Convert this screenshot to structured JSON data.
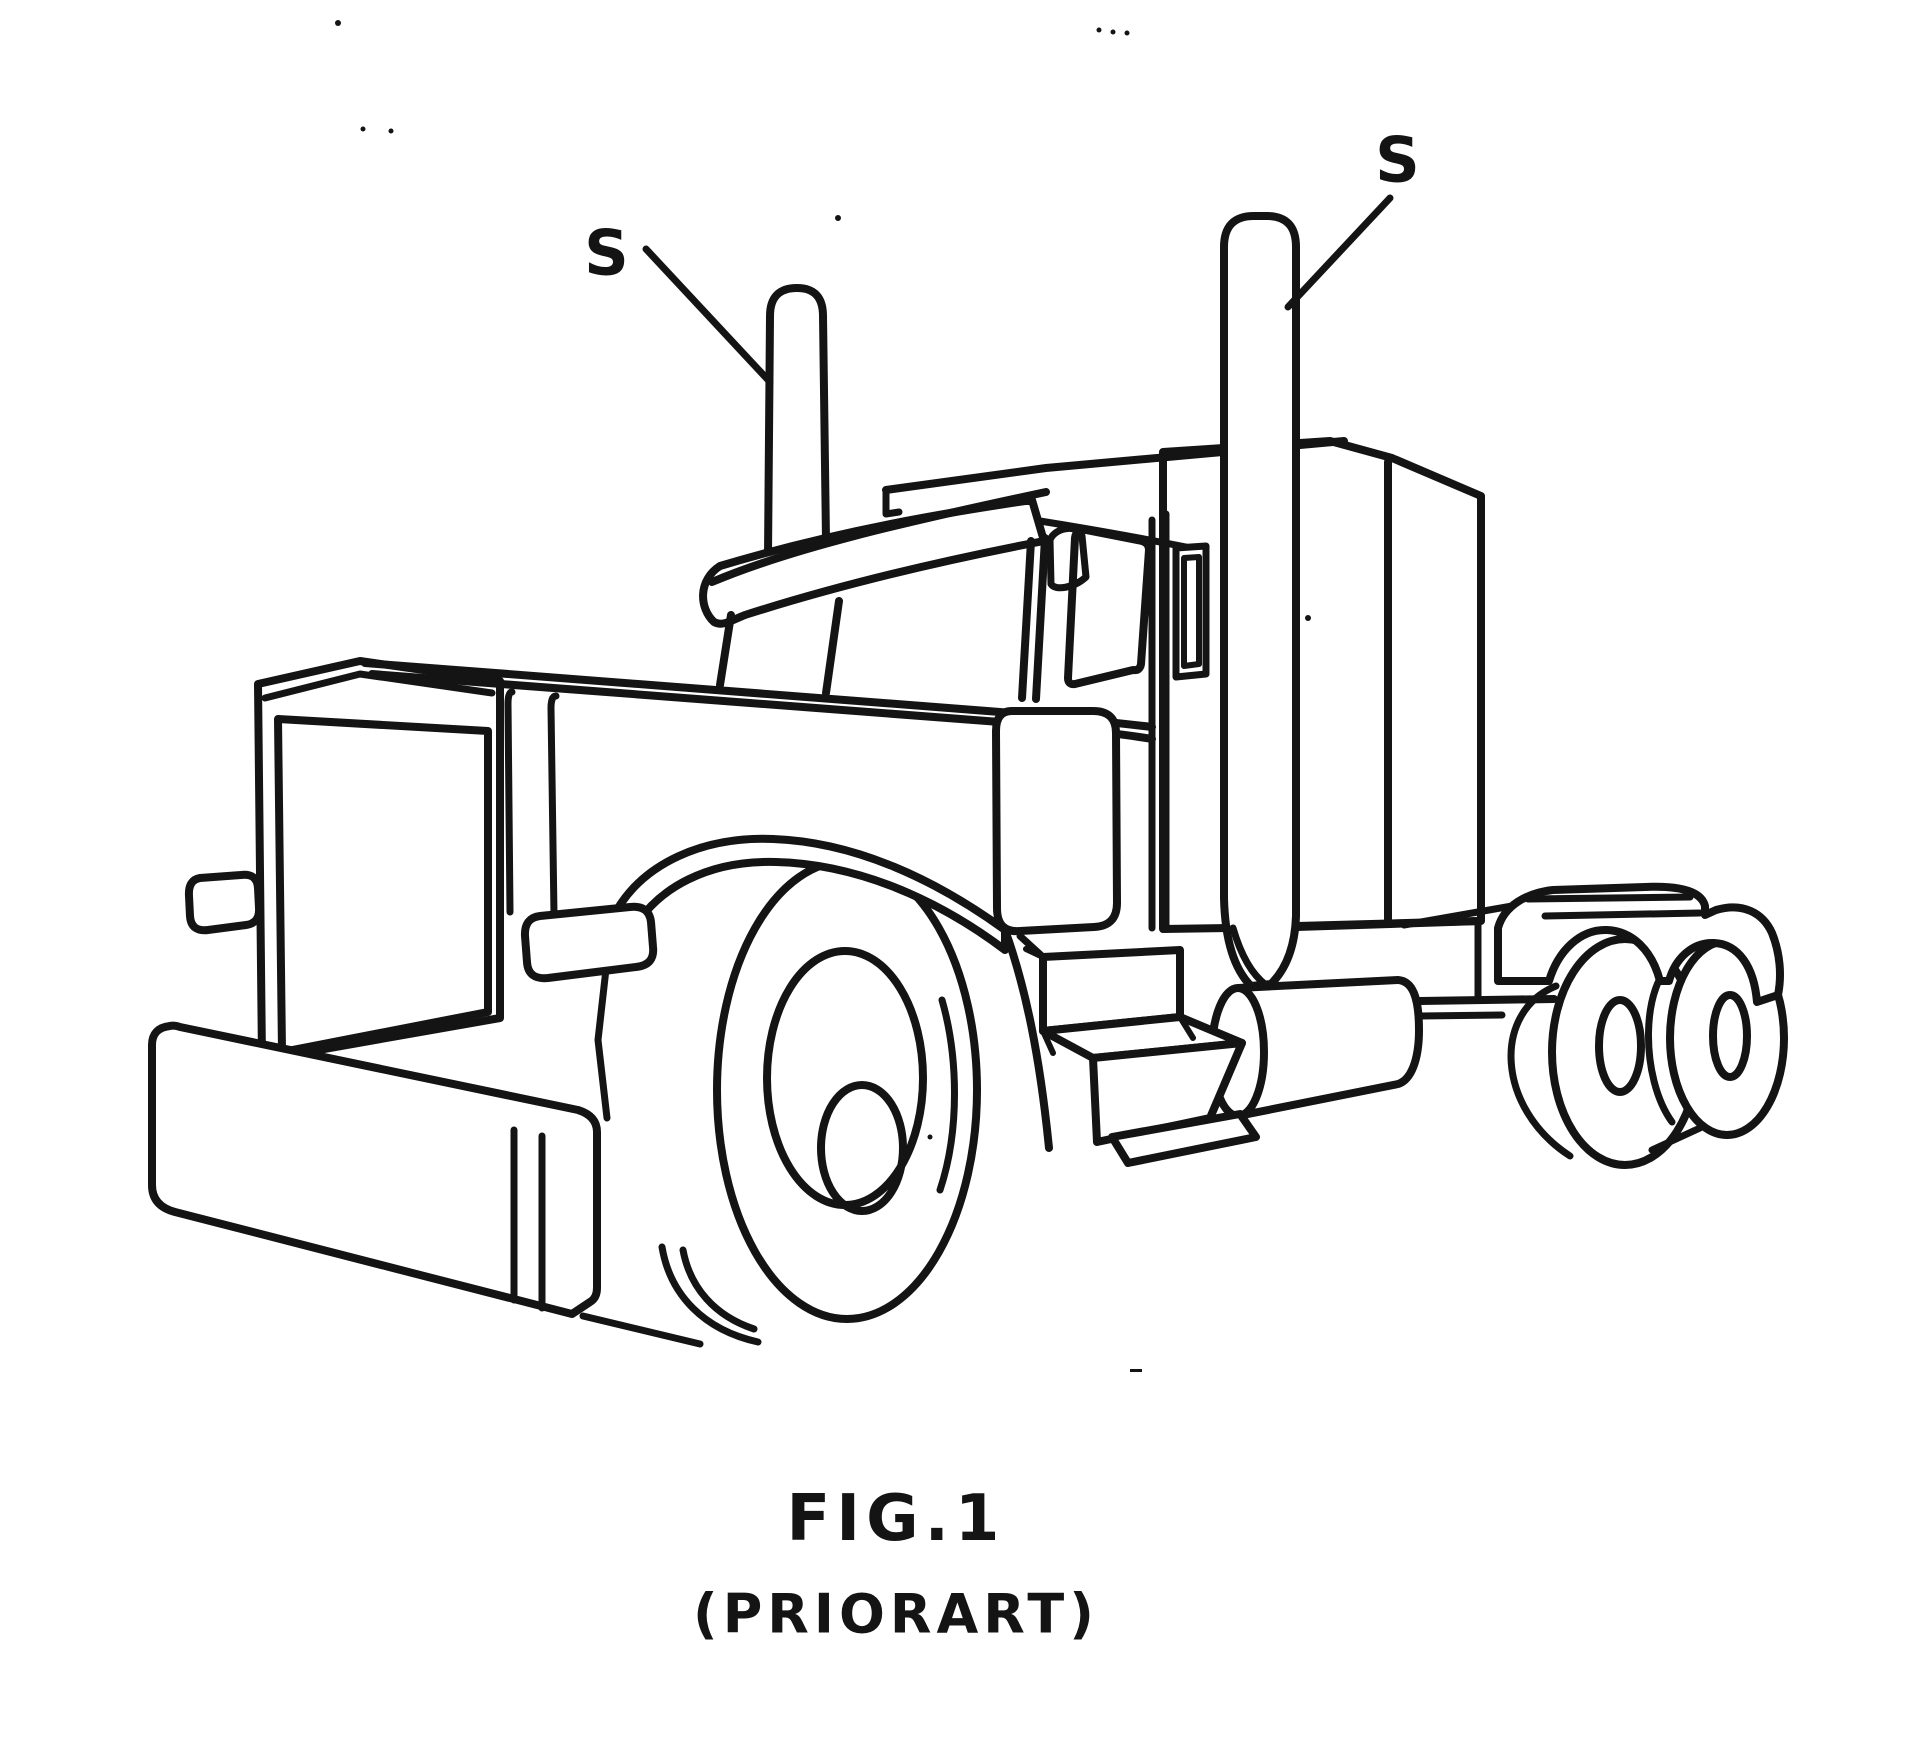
{
  "page": {
    "background_color": "#ffffff",
    "ink_color": "#141414"
  },
  "figure": {
    "part_labels": [
      {
        "text": "S",
        "target": "left-exhaust-stack"
      },
      {
        "text": "S",
        "target": "right-exhaust-stack"
      }
    ],
    "caption": {
      "line1": "FIG.1",
      "line2": "(PRIORART)"
    }
  }
}
